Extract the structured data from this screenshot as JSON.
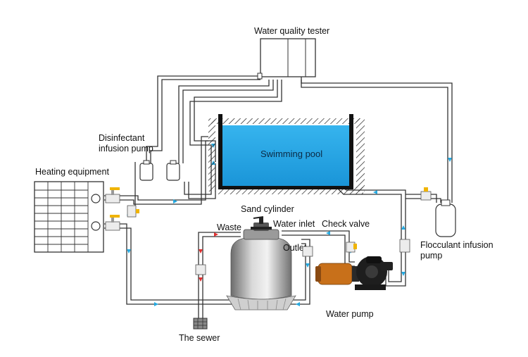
{
  "labels": {
    "water_quality_tester": "Water quality tester",
    "disinfectant_line1": "Disinfectant",
    "disinfectant_line2": "infusion pump",
    "heating_equipment": "Heating equipment",
    "swimming_pool": "Swimming pool",
    "sand_cylinder": "Sand cylinder",
    "waste": "Waste",
    "water_inlet": "Water inlet",
    "check_valve": "Check valve",
    "outlet": "Outlet",
    "flocculant_line1": "Flocculant infusion",
    "flocculant_line2": "pump",
    "water_pump": "Water pump",
    "the_sewer": "The sewer"
  },
  "colors": {
    "pool_water": "#1ea3e6",
    "pipe": "#333333",
    "flow_arrow": "#25a9e0",
    "waste_arrow": "#e03030",
    "valve_handle": "#f0b400",
    "pump_body": "#c8701a"
  }
}
